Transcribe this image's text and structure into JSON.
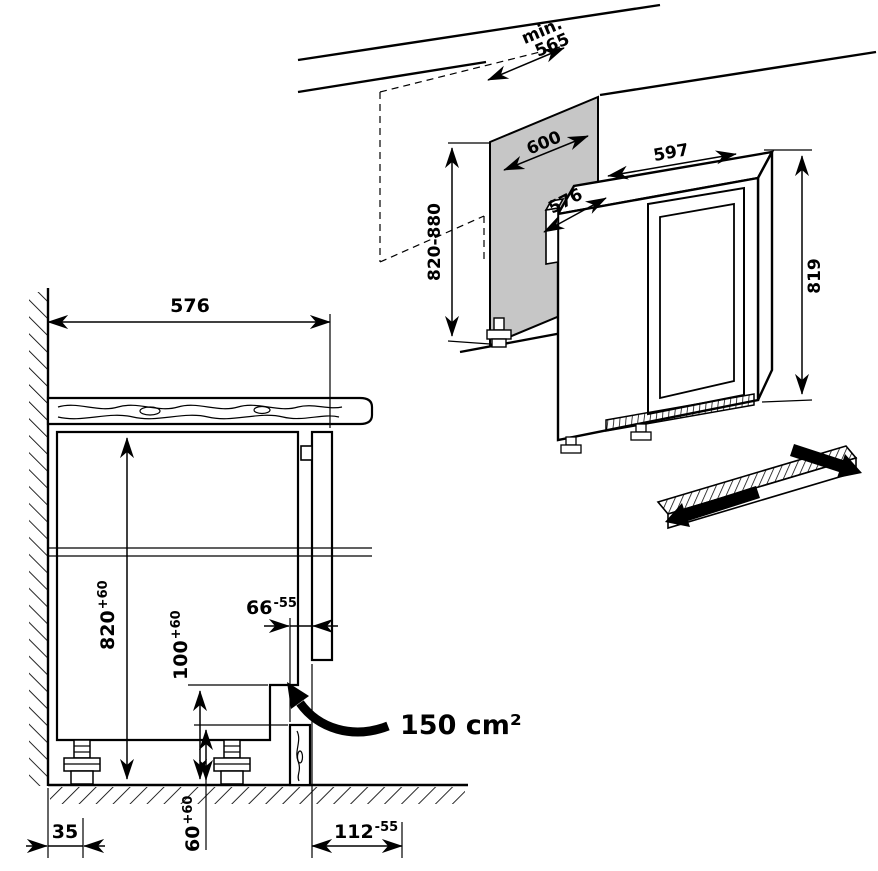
{
  "top_view": {
    "niche_depth_min_line1": "min.",
    "niche_depth_min_line2": "565",
    "niche_width": "600",
    "niche_height_range": "820-880",
    "appliance_depth": "576",
    "appliance_width": "597",
    "appliance_height": "819"
  },
  "section_view": {
    "niche_depth": "576",
    "niche_height": "820",
    "niche_height_tol": "+60",
    "plinth_height": "100",
    "plinth_height_tol": "+60",
    "front_gap": "66",
    "front_gap_tol": "-55",
    "vent_area": "150 cm²",
    "rear_clearance": "35",
    "vent_height": "60",
    "vent_height_tol": "+60",
    "plinth_depth": "112",
    "plinth_depth_tol": "-55"
  }
}
